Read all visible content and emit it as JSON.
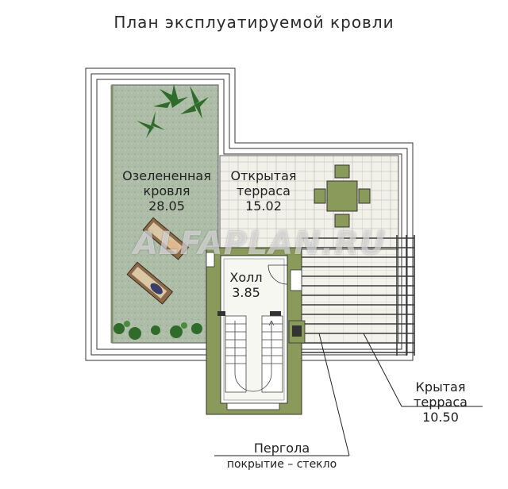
{
  "title": "План эксплуатируемой кровли",
  "watermark": "ALFAPLAN.RU",
  "rooms": {
    "green_roof": {
      "name_line1": "Озелененная",
      "name_line2": "кровля",
      "area": "28.05"
    },
    "open_terrace": {
      "name_line1": "Открытая",
      "name_line2": "терраса",
      "area": "15.02"
    },
    "hall": {
      "name": "Холл",
      "area": "3.85"
    },
    "covered_terrace": {
      "name_line1": "Крытая",
      "name_line2": "терраса",
      "area": "10.50"
    }
  },
  "pergola": {
    "name": "Пергола",
    "note": "покрытие – стекло"
  },
  "colors": {
    "wall": "#8a9a5b",
    "green": "#aebda8",
    "tile": "#f1f1e9",
    "line": "#333333"
  },
  "icons": [
    "palm-plant-icon",
    "sun-lounger-icon",
    "table-chairs-icon",
    "shrub-icon",
    "stairs-icon",
    "door-swing-icon"
  ]
}
